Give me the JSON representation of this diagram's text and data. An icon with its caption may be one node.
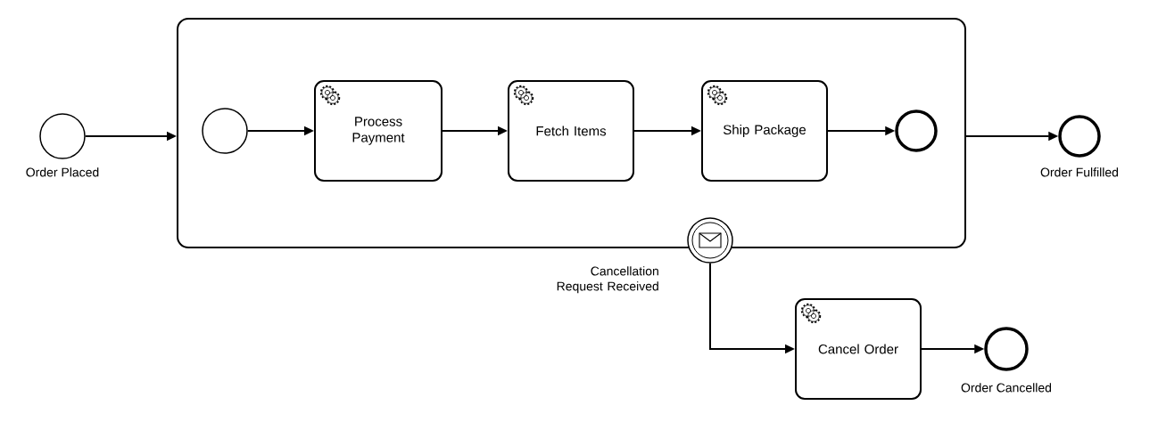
{
  "diagram": {
    "nodes": [
      {
        "text": [],
        "shape": "circle",
        "beside": [
          "Order Placed"
        ]
      },
      {
        "text": [],
        "shape": "box"
      },
      {
        "text": [],
        "shape": "circle",
        "in": 1
      },
      {
        "text": [
          "Process Payment"
        ],
        "in": 1
      },
      {
        "text": [
          "Fetch Items"
        ],
        "in": 1
      },
      {
        "text": [
          "Ship Package"
        ],
        "in": 1
      },
      {
        "text": [],
        "shape": "circle",
        "in": 1
      },
      {
        "text": [],
        "shape": "circle",
        "beside": [
          "Order Fulfilled"
        ]
      },
      {
        "text": [],
        "shape": "circle",
        "beside": [
          "Cancellation Request Received"
        ]
      },
      {
        "text": [
          "Cancel Order"
        ]
      },
      {
        "text": [],
        "shape": "circle",
        "beside": [
          "Order Cancelled"
        ]
      }
    ],
    "edges": [
      {
        "from": 0,
        "to": 1,
        "arrow": "to"
      },
      {
        "from": 2,
        "to": 3,
        "arrow": "to"
      },
      {
        "from": 3,
        "to": 4,
        "arrow": "to"
      },
      {
        "from": 4,
        "to": 5,
        "arrow": "to"
      },
      {
        "from": 5,
        "to": 6,
        "arrow": "to"
      },
      {
        "from": 1,
        "to": 7,
        "arrow": "to"
      },
      {
        "from": 8,
        "to": 9,
        "arrow": "to"
      },
      {
        "from": 9,
        "to": 10,
        "arrow": "to"
      }
    ]
  }
}
